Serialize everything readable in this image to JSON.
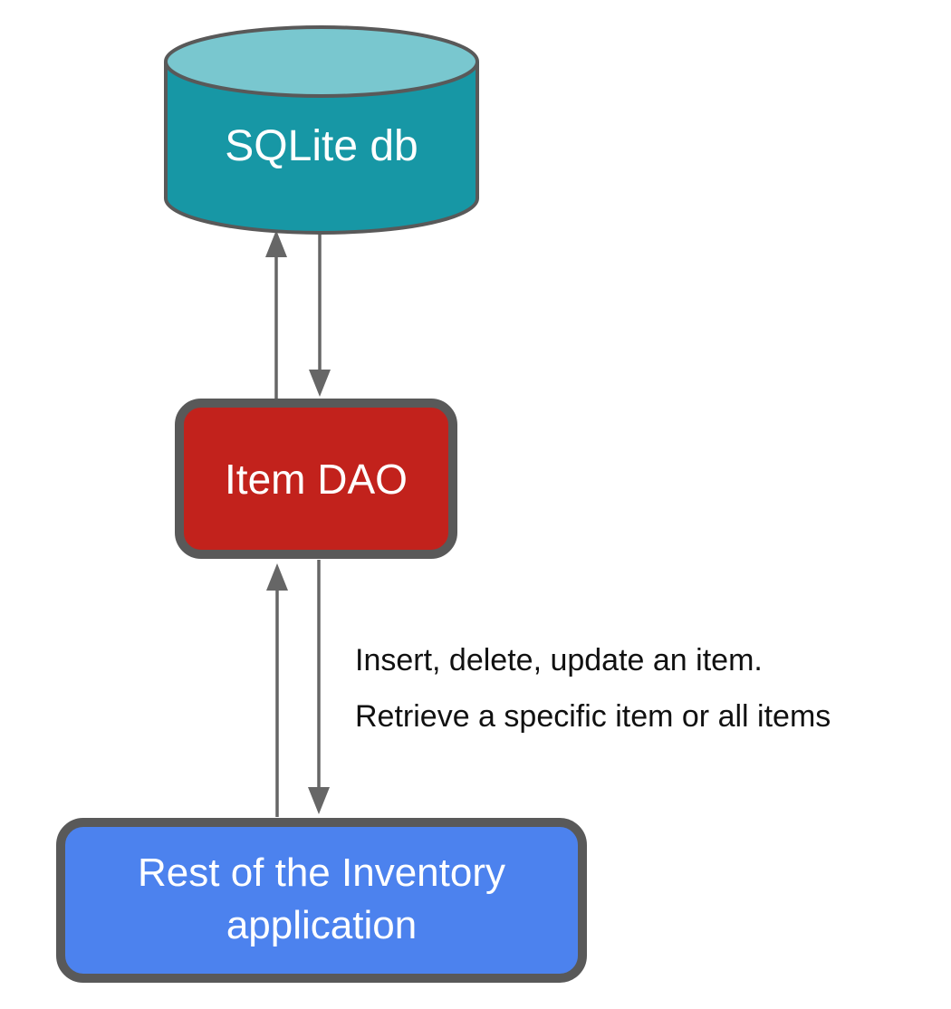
{
  "diagram": {
    "background": "#ffffff",
    "nodes": [
      {
        "id": "sqlite-db",
        "label": "SQLite db",
        "shape": "cylinder",
        "fill": "#1797a5",
        "top_fill": "#79c7cf",
        "border_color": "#595959",
        "text_color": "#ffffff"
      },
      {
        "id": "item-dao",
        "label": "Item DAO",
        "shape": "rounded-rectangle",
        "fill": "#c2221c",
        "border_color": "#595959",
        "text_color": "#ffffff"
      },
      {
        "id": "rest-of-inventory-application",
        "label": "Rest of the Inventory application",
        "label_lines": [
          "Rest of the Inventory",
          "application"
        ],
        "shape": "rounded-rectangle",
        "fill": "#4c82ee",
        "border_color": "#595959",
        "text_color": "#ffffff"
      }
    ],
    "edges": [
      {
        "from": "item-dao",
        "to": "sqlite-db",
        "direction": "up"
      },
      {
        "from": "sqlite-db",
        "to": "item-dao",
        "direction": "down"
      },
      {
        "from": "rest-of-inventory-application",
        "to": "item-dao",
        "direction": "up"
      },
      {
        "from": "item-dao",
        "to": "rest-of-inventory-application",
        "direction": "down"
      }
    ],
    "edge_color": "#666666",
    "annotation": {
      "lines": [
        "Insert, delete, update an item.",
        "Retrieve a specific item or all items"
      ],
      "text_color": "#111111"
    }
  }
}
